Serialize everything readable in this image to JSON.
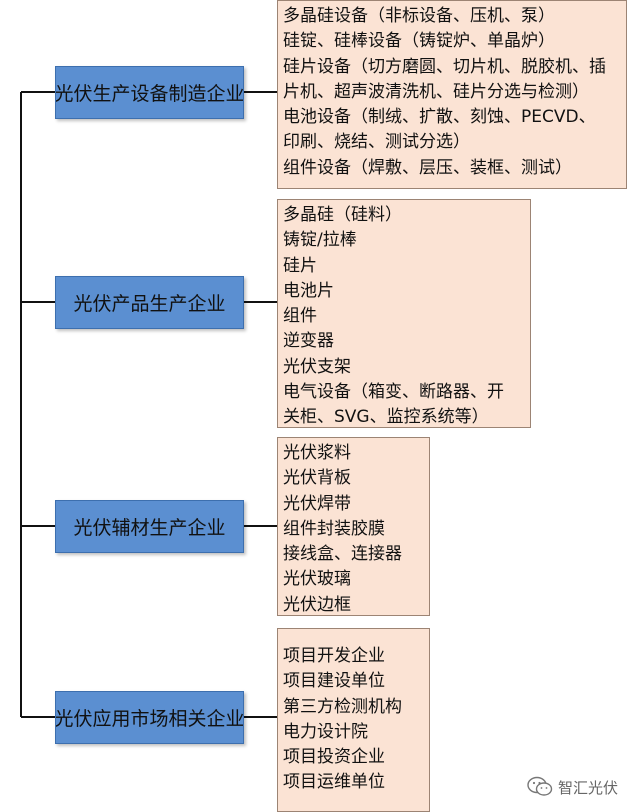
{
  "categories": [
    {
      "label": "光伏生产设备制造企业",
      "items": [
        "多晶硅设备（非标设备、压机、泵）",
        "硅锭、硅棒设备（铸锭炉、单晶炉）",
        "硅片设备（切方磨圆、切片机、脱胶机、插",
        "片机、超声波清洗机、硅片分选与检测）",
        "电池设备（制绒、扩散、刻蚀、PECVD、",
        "印刷、烧结、测试分选）",
        "组件设备（焊敷、层压、装框、测试）"
      ]
    },
    {
      "label": "光伏产品生产企业",
      "items": [
        "多晶硅（硅料）",
        "铸锭/拉棒",
        "硅片",
        "电池片",
        "组件",
        "逆变器",
        "光伏支架",
        "电气设备（箱变、断路器、开",
        "关柜、SVG、监控系统等）"
      ]
    },
    {
      "label": "光伏辅材生产企业",
      "items": [
        "光伏浆料",
        "光伏背板",
        "光伏焊带",
        "组件封装胶膜",
        "接线盒、连接器",
        "光伏玻璃",
        "光伏边框"
      ]
    },
    {
      "label": "光伏应用市场相关企业",
      "items": [
        "项目开发企业",
        "项目建设单位",
        "第三方检测机构",
        "电力设计院",
        "项目投资企业",
        "项目运维单位"
      ]
    }
  ],
  "watermark": {
    "text": "智汇光伏",
    "icon": "wechat-icon"
  },
  "colors": {
    "category_fill": "#5b8fd1",
    "category_border": "#3d6fae",
    "detail_fill": "#fbe3d4",
    "detail_border": "#9c8474",
    "connector": "#111111"
  }
}
